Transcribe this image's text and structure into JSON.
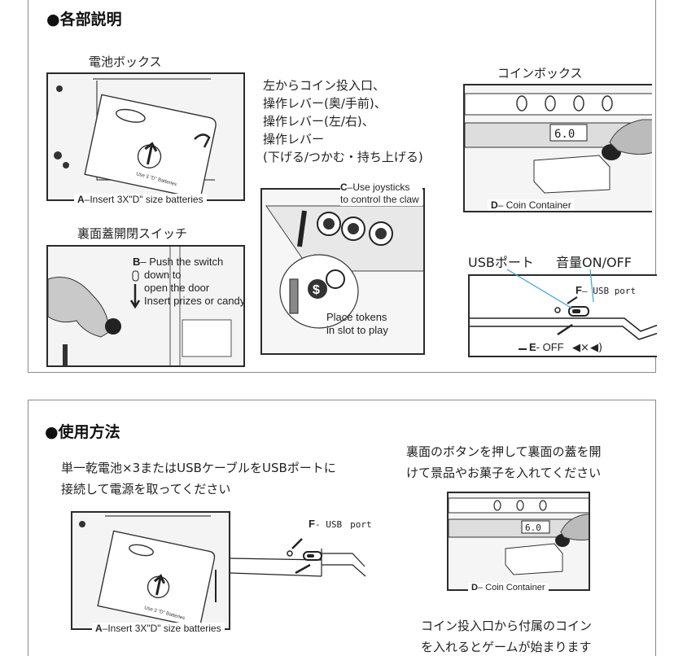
{
  "section1": {
    "title": "●各部説明",
    "battery_box": {
      "heading": "電池ボックス",
      "battery_text": "Use 3 \"D\" Batteries",
      "caption_letter": "A",
      "caption_text": "–Insert 3X\"D\" size batteries"
    },
    "controls_desc": {
      "lines": [
        "左からコイン投入口、",
        "操作レバー(奥/手前)、",
        "操作レバー(左/右)、",
        "操作レバー",
        "(下げる/つかむ・持ち上げる)"
      ]
    },
    "joystick_panel": {
      "label_letter": "C",
      "label_line1": "–Use joysticks",
      "label_line2": "to control the claw",
      "tokens_line1": "Place tokens",
      "tokens_line2": "in slot to play",
      "token_symbol": "$"
    },
    "coin_box": {
      "heading": "コインボックス",
      "display_text": "6.0",
      "caption_letter": "D",
      "caption_text": "– Coin Container"
    },
    "door_switch": {
      "heading": "裏面蓋開閉スイッチ",
      "label_letter": "B",
      "label_line1": "– Push the switch",
      "label_line2": "down to",
      "label_line3": "open the door",
      "label_line4": "Insert prizes or candy"
    },
    "usb_panel": {
      "usb_label": "USBポート",
      "volume_label": "音量ON/OFF",
      "f_letter": "F",
      "f_text": "– USB port",
      "e_letter": "E",
      "e_text": "- OFF"
    }
  },
  "section2": {
    "title": "●使用方法",
    "power_text": "単一乾電池×3またはUSBケーブルをUSBポートに",
    "power_text2": "接続して電源を取ってください",
    "battery_text": "Use 3 \"D\" Batteries",
    "caption_letter": "A",
    "caption_text": "–Insert 3X\"D\" size batteries",
    "usb_f_letter": "F",
    "usb_f_text": "- USB",
    "usb_port_text": "port",
    "back_text1": "裏面のボタンを押して裏面の蓋を開",
    "back_text2": "けて景品やお菓子を入れてください",
    "coin_display": "6.0",
    "coin_caption_letter": "D",
    "coin_caption_text": "– Coin Container",
    "start_text1": "コイン投入口から付属のコイン",
    "start_text2": "を入れるとゲームが始まります"
  }
}
